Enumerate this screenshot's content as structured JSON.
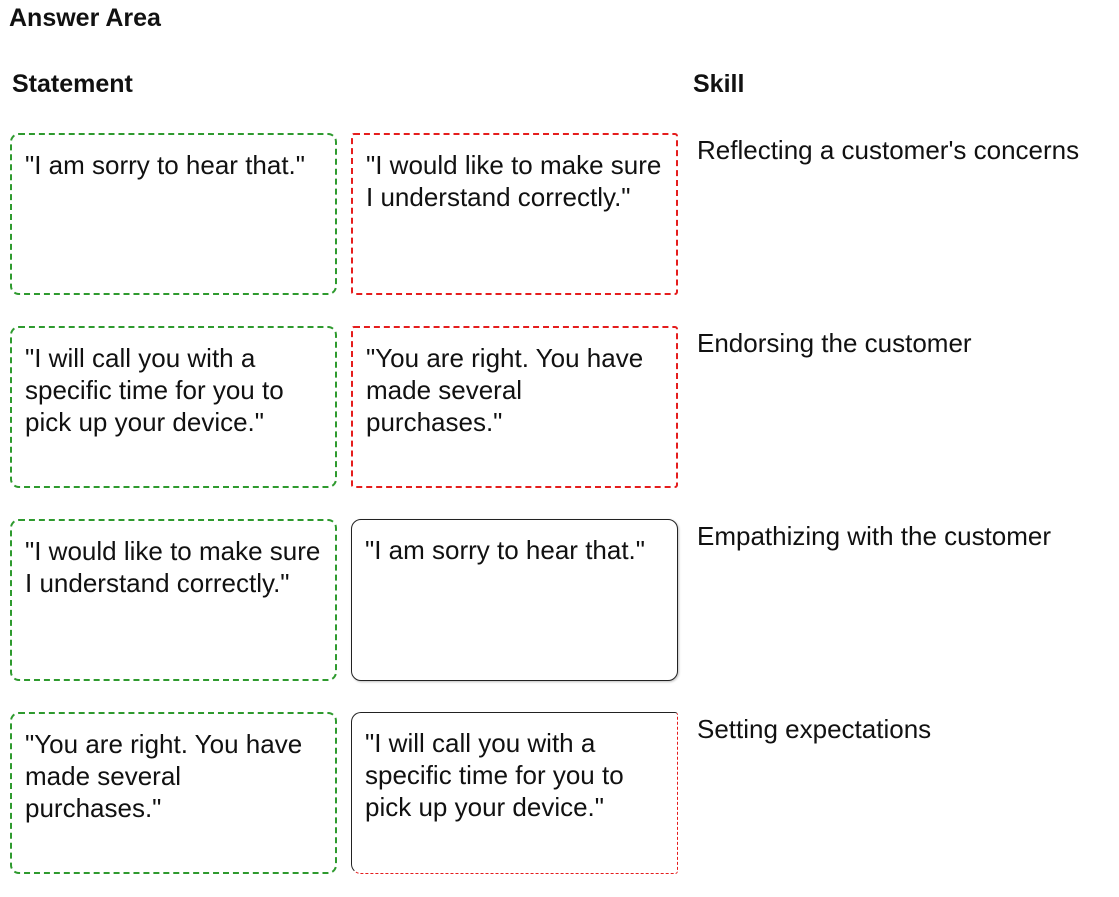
{
  "answer_area": {
    "title": "Answer Area"
  },
  "columns": {
    "statement": "Statement",
    "skill": "Skill"
  },
  "rows": [
    {
      "statement_option": "\"I am sorry to hear that.\"",
      "placed_answer": "\"I would like to make sure I understand correctly.\"",
      "skill": "Reflecting a customer's concerns"
    },
    {
      "statement_option": "\"I will call you with a specific time for you to pick up your device.\"",
      "placed_answer": "\"You are right. You have made several purchases.\"",
      "skill": "Endorsing the customer"
    },
    {
      "statement_option": "\"I would like to make sure I understand correctly.\"",
      "placed_answer": "\"I am sorry to hear that.\"",
      "skill": "Empathizing with the customer"
    },
    {
      "statement_option": "\"You are right. You have made several purchases.\"",
      "placed_answer": "\"I will call you with a specific time for you to pick up your device.\"",
      "skill": "Setting expectations"
    }
  ],
  "colors": {
    "source_border": "#2e9a2e",
    "target_dashed_border": "#e51d1d"
  }
}
